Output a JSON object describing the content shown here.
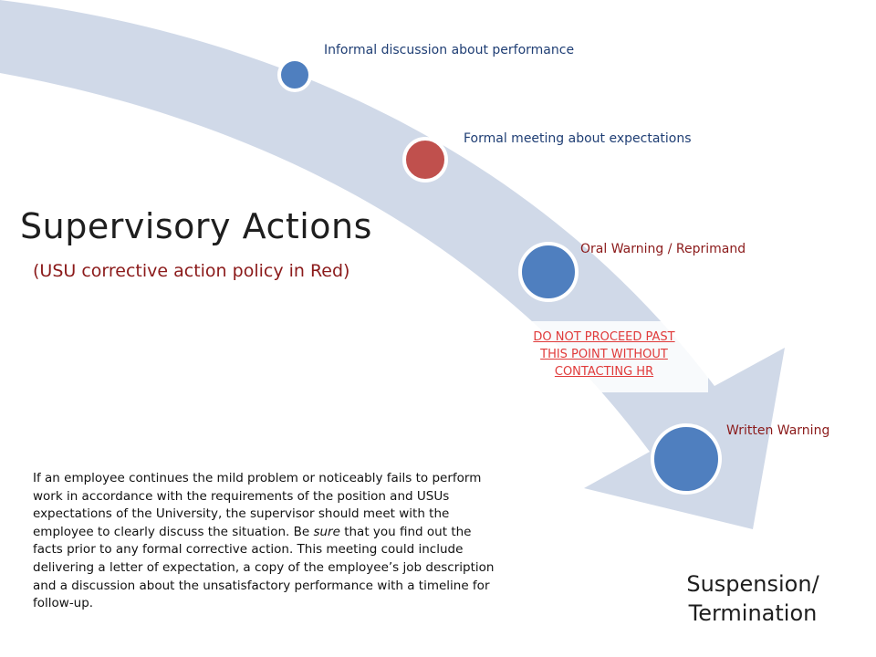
{
  "title": "Supervisory Actions",
  "subtitle": "(USU corrective action policy in Red)",
  "steps": [
    {
      "label": "Informal discussion about performance",
      "color": "#1f3e74",
      "fill": "#4f7fbf"
    },
    {
      "label": "Formal meeting about expectations",
      "color": "#1f3e74",
      "fill": "#c0504d"
    },
    {
      "label": "Oral Warning / Reprimand",
      "color": "#8b1a1a",
      "fill": "#4f7fbf"
    },
    {
      "label": "Written Warning",
      "color": "#8b1a1a",
      "fill": "#4f7fbf"
    }
  ],
  "hr_warning": "DO NOT PROCEED PAST THIS POINT WITHOUT CONTACTING HR",
  "description": {
    "before": "If an employee continues the mild problem or noticeably fails to perform work in accordance with the requirements of the position and USUs expectations of the University, the supervisor should meet with the employee to clearly discuss the situation.   Be ",
    "emphasis": "sure",
    "after": " that you find out the facts prior to any formal corrective action. This meeting could include delivering a letter of expectation, a copy of the employee’s job description and a discussion about the unsatisfactory performance with a timeline for follow-up."
  },
  "final_step": {
    "line1": "Suspension/",
    "line2": "Termination"
  },
  "colors": {
    "arrow": "#d0d9e8",
    "circle_stroke": "#ffffff"
  }
}
